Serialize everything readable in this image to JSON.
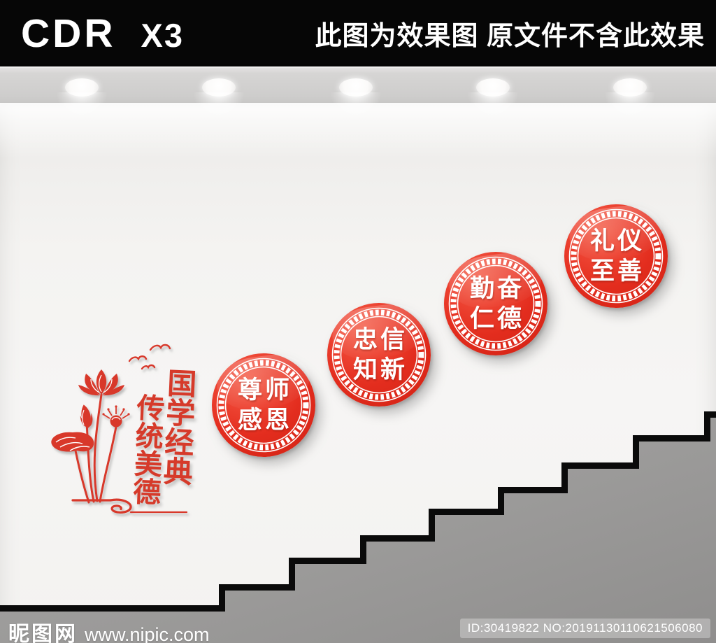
{
  "banner": {
    "software": "CDR",
    "version": "X3",
    "notice": "此图为效果图 原文件不含此效果"
  },
  "badges": [
    {
      "line1": "尊师",
      "line2": "感恩"
    },
    {
      "line1": "忠信",
      "line2": "知新"
    },
    {
      "line1": "勤奋",
      "line2": "仁德"
    },
    {
      "line1": "礼仪",
      "line2": "至善"
    }
  ],
  "slogans": {
    "primary": "国学经典",
    "secondary": "传统美德"
  },
  "icons": {
    "lotus": "paper-cut-lotus-with-stems-and-cloud-scroll",
    "birds": "flying-birds",
    "ceiling_light": "recessed-spotlight",
    "badge_ring": "greek-key-fret-ring"
  },
  "colors": {
    "accent_red": "#e32d1e",
    "badge_red_dark": "#d02114",
    "slogan_red": "#d63a2a",
    "wall_gray": "#f4f3f1",
    "ceiling_gray": "#cecdcc",
    "stair_gray": "#9c9c9c",
    "stair_outline": "#0a0a0a",
    "banner_black": "#060606"
  },
  "watermark": {
    "site": "昵图网",
    "url": "www.nipic.com",
    "id_label": "ID:30419822 NO:20191130110621506080"
  }
}
